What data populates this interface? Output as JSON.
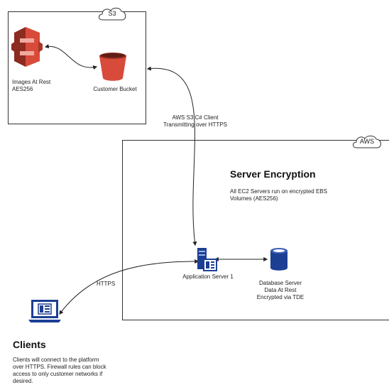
{
  "s3": {
    "cloud_label": "S3",
    "images_label_line1": "Images At Rest",
    "images_label_line2": "AES256",
    "bucket_label": "Customer Bucket"
  },
  "aws": {
    "cloud_label": "AWS",
    "title": "Server Encryption",
    "desc_line1": "All EC2 Servers run on encrypted EBS",
    "desc_line2": "Volumes (AES256)",
    "app_server_label": "Application Server 1",
    "db_label_line1": "Database Server",
    "db_label_line2": "Data At Rest",
    "db_label_line3": "Encrypted via TDE"
  },
  "connections": {
    "s3_client_line1": "AWS S3 C# Client",
    "s3_client_line2": "Transmitting over HTTPS",
    "https_label": "HTTPS"
  },
  "clients": {
    "title": "Clients",
    "desc_line1": "Clients will connect to the platform",
    "desc_line2": "over HTTPS.  Firewall rules can block",
    "desc_line3": "access to only customer networks if",
    "desc_line4": "desired."
  },
  "colors": {
    "s3_red": "#d84b3a",
    "s3_dark_red": "#8c2b20",
    "ec2_blue": "#1c3f94",
    "line": "#222222"
  }
}
